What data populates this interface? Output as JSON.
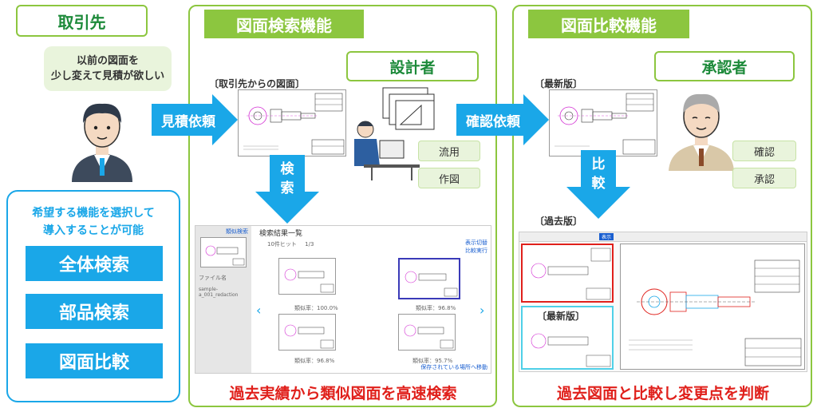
{
  "left": {
    "client_title": "取引先",
    "speech": [
      "以前の図面を",
      "少し変えて見積が欲しい"
    ],
    "features_heading": [
      "希望する機能を選択して",
      "導入することが可能"
    ],
    "features": [
      "全体検索",
      "部品検索",
      "図面比較"
    ]
  },
  "middle": {
    "title": "図面検索機能",
    "from_client_label": "〔取引先からの図面〕",
    "designer": "設計者",
    "tags": [
      "流用",
      "作図"
    ],
    "arrow_estimate": "見積依頼",
    "arrow_search": [
      "検",
      "索"
    ],
    "results": {
      "side_header": "類似検索",
      "filename_label": "ファイル名",
      "filename_value": "sample-a_001_redaction",
      "title": "検索結果一覧",
      "hits": "10件ヒット",
      "page": "1/3",
      "link1": "表示切替",
      "link2": "比較実行",
      "scores": [
        "類似率：100.0%",
        "類似率：96.8%",
        "類似率：96.8%",
        "類似率：95.7%"
      ],
      "footer": "保存されている場所へ移動"
    },
    "caption": "過去実績から類似図面を高速検索"
  },
  "right": {
    "title": "図面比較機能",
    "latest_label": "〔最新版〕",
    "approver": "承認者",
    "tags": [
      "確認",
      "承認"
    ],
    "arrow_confirm": "確認依頼",
    "arrow_compare": [
      "比",
      "較"
    ],
    "past_label": "〔過去版〕",
    "latest_label2": "〔最新版〕",
    "viewer_button": "表示",
    "caption": "過去図面と比較し変更点を判断"
  },
  "colors": {
    "green": "#8cc63f",
    "blue": "#1aa7e8",
    "red": "#e0201b"
  }
}
